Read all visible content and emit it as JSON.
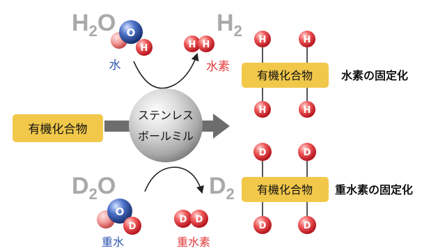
{
  "molecules": {
    "water": {
      "formula_main": "H",
      "formula_sub": "2",
      "formula_tail": "O",
      "label": "水",
      "atom_o": "O",
      "atom_h": "H"
    },
    "hydrogen": {
      "formula_main": "H",
      "formula_sub": "2",
      "label": "水素",
      "atom_1": "H",
      "atom_2": "H"
    },
    "heavy_water": {
      "formula_main": "D",
      "formula_sub": "2",
      "formula_tail": "O",
      "label": "重水",
      "atom_o": "O",
      "atom_d": "D"
    },
    "deuterium": {
      "formula_main": "D",
      "formula_sub": "2",
      "label": "重水素",
      "atom_1": "D",
      "atom_2": "D"
    }
  },
  "ball_mill": {
    "line1": "ステンレス",
    "line2": "ボールミル"
  },
  "input_box": {
    "label": "有機化合物"
  },
  "product_h": {
    "label": "有機化合物",
    "atoms": [
      "H",
      "H",
      "H",
      "H"
    ],
    "caption": "水素の固定化"
  },
  "product_d": {
    "label": "有機化合物",
    "atoms": [
      "D",
      "D",
      "D",
      "D"
    ],
    "caption": "重水素の固定化"
  },
  "colors": {
    "box_fill": "#f2c84b",
    "atom_red": "#e8323c",
    "atom_blue": "#2a4fa8",
    "formula_gray": "#a9a9a9",
    "label_blue": "#2f55b0",
    "label_red": "#e23a3a",
    "arrow_gray": "#6d6d6d"
  }
}
